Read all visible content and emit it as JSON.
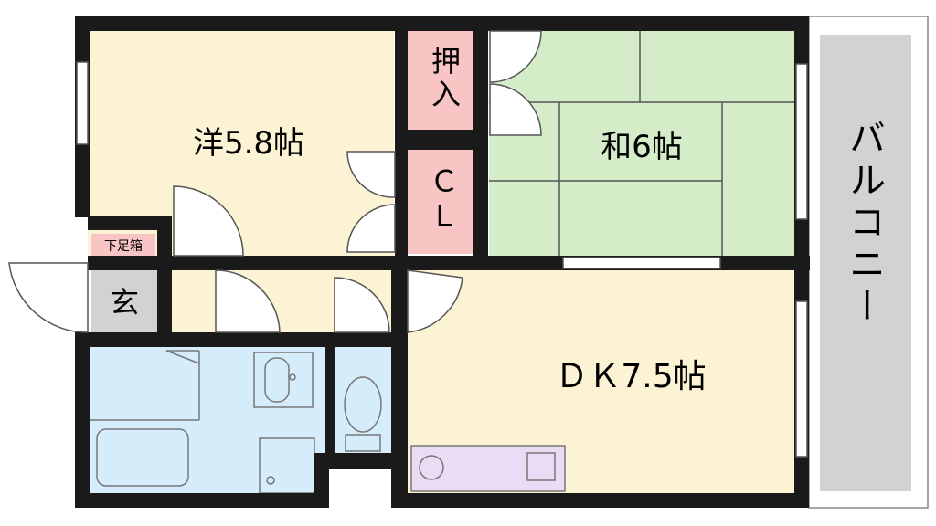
{
  "rooms": {
    "western": "洋5.8帖",
    "japanese": "和6帖",
    "dk": "ＤＫ7.5帖",
    "closet": "ＣＬ",
    "oshiire": "押入",
    "entrance": "玄",
    "shoe_box": "下足箱",
    "balcony": "バルコニー"
  },
  "colors": {
    "western_floor": "#fcf2d4",
    "japanese_floor": "#d5ecc9",
    "wet_area": "#d5ecfb",
    "storage": "#f8c4c4",
    "entrance": "#d2d2d2",
    "balcony": "#d2d2d2",
    "kitchen_counter": "#eadcf5",
    "wall": "#1a1a1a"
  }
}
